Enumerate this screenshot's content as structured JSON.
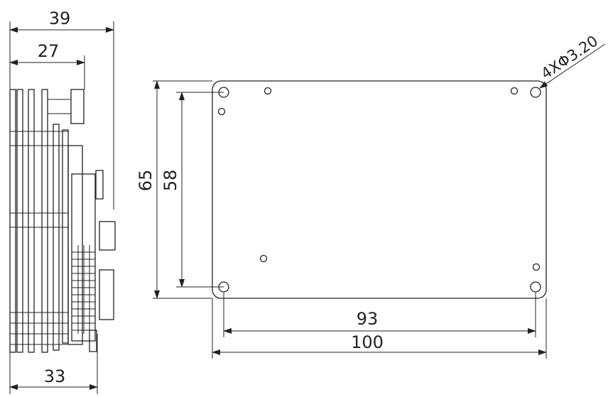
{
  "drawing": {
    "side_view": {
      "dim_overall": "39",
      "dim_middle": "27",
      "dim_bottom": "33"
    },
    "front_view": {
      "dim_height_outer": "65",
      "dim_height_holes": "58",
      "dim_width_holes": "93",
      "dim_width_outer": "100",
      "hole_callout": "4XΦ3.20"
    }
  }
}
